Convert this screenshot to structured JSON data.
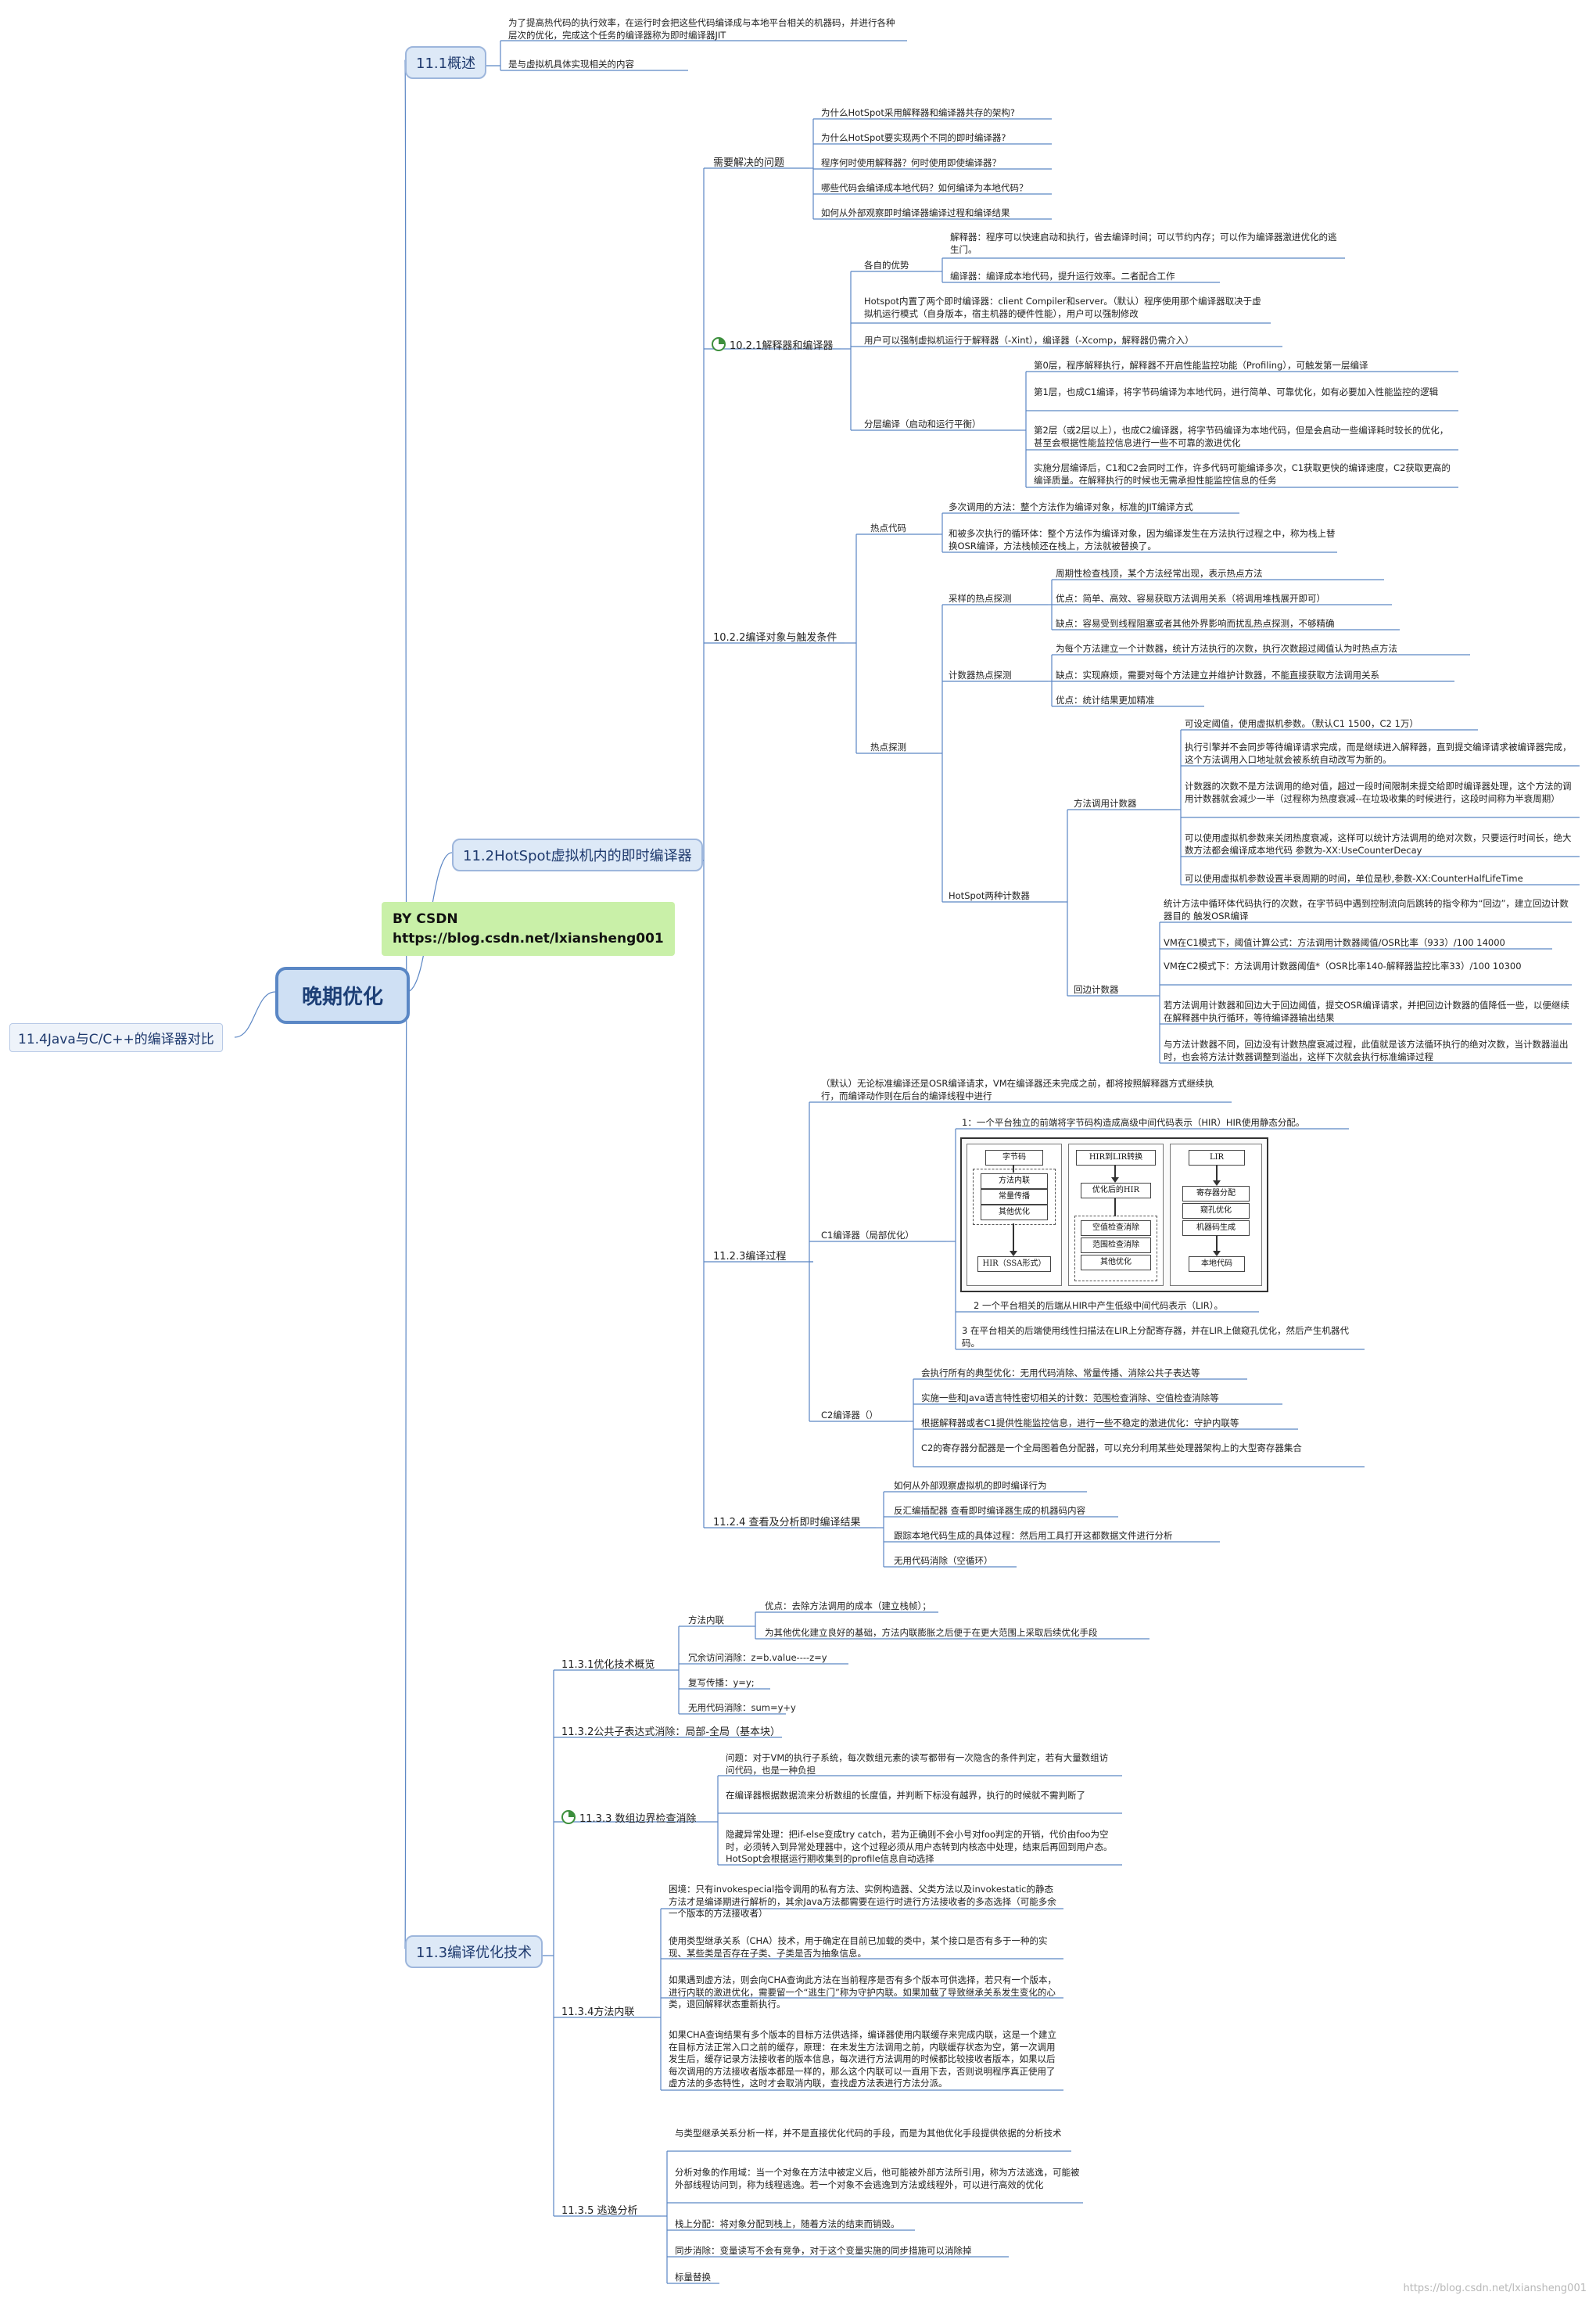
{
  "central": "晚期优化",
  "note": {
    "line1": "BY CSDN",
    "line2": "https://blog.csdn.net/lxiansheng001"
  },
  "left_topic": "11.4Java与C/C++的编译器对比",
  "s111": {
    "title": "11.1概述",
    "l1": "为了提高热代码的执行效率，在运行时会把这些代码编译成与本地平台相关的机器码，并进行各种层次的优化，完成这个任务的编译器称为即时编译器JIT",
    "l2": "是与虚拟机具体实现相关的内容"
  },
  "s112": {
    "title": "11.2HotSpot虚拟机内的即时编译器",
    "q": {
      "label": "需要解决的问题",
      "items": [
        "为什么HotSpot采用解释器和编译器共存的架构?",
        "为什么HotSpot要实现两个不同的即时编译器?",
        "程序何时使用解释器？何时使用即使编译器？",
        "哪些代码会编译成本地代码？如何编译为本地代码？",
        "如何从外部观察即时编译器编译过程和编译结果"
      ]
    },
    "a": {
      "label": "10.2.1解释器和编译器",
      "adv_label": "各自的优势",
      "adv1": "解释器：程序可以快速启动和执行，省去编译时间；可以节约内存；可以作为编译器激进优化的逃生门。",
      "adv2": "编译器：编译成本地代码，提升运行效率。二者配合工作",
      "hot": "Hotspot内置了两个即时编译器：client Compiler和server。（默认）程序使用那个编译器取决于虚拟机运行模式（自身版本，宿主机器的硬件性能），用户可以强制修改",
      "user": "用户可以强制虚拟机运行于解释器（-Xint），编译器（-Xcomp，解释器仍需介入）",
      "tier_label": "分层编译（启动和运行平衡）",
      "t0": "第0层，程序解释执行，解释器不开启性能监控功能（Profiling），可触发第一层编译",
      "t1": "第1层，也成C1编译，将字节码编译为本地代码，进行简单、可靠优化，如有必要加入性能监控的逻辑",
      "t2": "第2层（或2层以上），也成C2编译器，将字节码编译为本地代码，但是会启动一些编译耗时较长的优化，甚至会根据性能监控信息进行一些不可靠的激进优化",
      "t3": "实施分层编译后，C1和C2会同时工作，许多代码可能编译多次，C1获取更快的编译速度，C2获取更高的编译质量。在解释执行的时候也无需承担性能监控信息的任务"
    },
    "b": {
      "label": "10.2.2编译对象与触发条件",
      "hot_label": "热点代码",
      "hot1": "多次调用的方法：整个方法作为编译对象，标准的JIT编译方式",
      "hot2": "和被多次执行的循环体：整个方法作为编译对象，因为编译发生在方法执行过程之中，称为栈上替换OSR编译，方法栈帧还在栈上，方法就被替换了。",
      "det_label": "热点探测",
      "sample_label": "采样的热点探测",
      "s1": "周期性检查栈顶，某个方法经常出现，表示热点方法",
      "s2": "优点：简单、高效、容易获取方法调用关系（将调用堆栈展开即可）",
      "s3": "缺点：容易受到线程阻塞或者其他外界影响而扰乱热点探测，不够精确",
      "counter_label": "计数器热点探测",
      "c1": "为每个方法建立一个计数器，统计方法执行的次数，执行次数超过阈值认为时热点方法",
      "c2": "缺点：实现麻烦，需要对每个方法建立并维护计数器，不能直接获取方法调用关系",
      "c3": "优点：统计结果更加精准",
      "hs_label": "HotSpot两种计数器",
      "inv_label": "方法调用计数器",
      "i1": "可设定阈值，使用虚拟机参数。（默认C1 1500，C2 1万）",
      "i2": "执行引擎并不会同步等待编译请求完成，而是继续进入解释器，直到提交编译请求被编译器完成，这个方法调用入口地址就会被系统自动改写为新的。",
      "i3": "计数器的次数不是方法调用的绝对值，超过一段时间限制未提交给即时编译器处理，这个方法的调用计数器就会减少一半（过程称为热度衰减--在垃圾收集的时候进行，这段时间称为半衰周期）",
      "i4": "可以使用虚拟机参数来关闭热度衰减，这样可以统计方法调用的绝对次数，只要运行时间长，绝大数方法都会编译成本地代码 参数为-XX:UseCounterDecay",
      "i5": "可以使用虚拟机参数设置半衰周期的时间，单位是秒,参数-XX:CounterHalfLifeTime",
      "back_label": "回边计数器",
      "bk1": "统计方法中循环体代码执行的次数，在字节码中遇到控制流向后跳转的指令称为“回边”，建立回边计数器目的 触发OSR编译",
      "bk2": "VM在C1模式下，阈值计算公式：方法调用计数器阈值/OSR比率（933）/100 14000",
      "bk3": "VM在C2模式下：方法调用计数器阈值*（OSR比率140-解释器监控比率33）/100 10300",
      "bk4": "若方法调用计数器和回边大于回边阈值，提交OSR编译请求，并把回边计数器的值降低一些，以便继续在解释器中执行循环，等待编译器输出结果",
      "bk5": "与方法计数器不同，回边没有计数热度衰减过程，此值就是该方法循环执行的绝对次数，当计数器溢出时，也会将方法计数器调整到溢出，这样下次就会执行标准编译过程"
    },
    "c": {
      "label": "11.2.3编译过程",
      "intro": "（默认）无论标准编译还是OSR编译请求，VM在编译器还未完成之前，都将按照解释器方式继续执行，而编译动作则在后台的编译线程中进行",
      "c1_label": "C1编译器（局部优化）",
      "c1s1": "1：一个平台独立的前端将字节码构造成高级中间代码表示（HIR）HIR使用静态分配。",
      "c1s2": "2 一个平台相关的后端从HIR中产生低级中间代码表示（LIR）。",
      "c1s3": "3 在平台相关的后端使用线性扫描法在LIR上分配寄存器，并在LIR上做窥孔优化，然后产生机器代码。",
      "c2_label": "C2编译器（）",
      "c2s1": "会执行所有的典型优化：无用代码消除、常量传播、消除公共子表达等",
      "c2s2": "实施一些和Java语言特性密切相关的计数：范围检查消除、空值检查消除等",
      "c2s3": "根据解释器或者C1提供性能监控信息，进行一些不稳定的激进优化：守护内联等",
      "c2s4": "C2的寄存器分配器是一个全局图着色分配器，可以充分利用某些处理器架构上的大型寄存器集合",
      "fig": {
        "bytecode": "字节码",
        "hir_build": "方法内联",
        "value_num": "常量传播",
        "other_opt": "其他优化",
        "hir_ssa": "HIR（SSA形式）",
        "hir_to_lir": "HIR到LIR转换",
        "opt_hir": "优化后的HIR",
        "null_elim": "空值检查消除",
        "range_elim": "范围检查消除",
        "other2": "其他优化",
        "lir": "LIR",
        "reg_alloc": "寄存器分配",
        "peephole": "窥孔优化",
        "codegen": "机器码生成",
        "native": "本地代码"
      }
    },
    "d": {
      "label": "11.2.4 查看及分析即时编译结果",
      "items": [
        "如何从外部观察虚拟机的即时编译行为",
        "反汇编插配器 查看即时编译器生成的机器码内容",
        "跟踪本地代码生成的具体过程：然后用工具打开这都数据文件进行分析",
        "无用代码消除（空循环）"
      ]
    }
  },
  "s113": {
    "title": "11.3编译优化技术",
    "a": {
      "label": "11.3.1优化技术概览",
      "inline_label": "方法内联",
      "in1": "优点：去除方法调用的成本（建立栈帧）；",
      "in2": "为其他优化建立良好的基础，方法内联膨胀之后便于在更大范围上采取后续优化手段",
      "r1": "冗余访问消除：z=b.value----z=y",
      "r2": "复写传播：y=y;",
      "r3": "无用代码消除：sum=y+y"
    },
    "b": "11.3.2公共子表达式消除：局部-全局（基本块）",
    "c": {
      "label": "11.3.3 数组边界检查消除",
      "c1": "问题：对于VM的执行子系统，每次数组元素的读写都带有一次隐含的条件判定，若有大量数组访问代码，也是一种负担",
      "c2": "在编译器根据数据流来分析数组的长度值，并判断下标没有越界，执行的时候就不需判断了",
      "c3": "隐藏异常处理：把if-else变成try catch，若为正确则不会小号对foo判定的开销，代价由foo为空时，必须转入到异常处理器中，这个过程必须从用户态转到内核态中处理，结束后再回到用户态。HotSopt会根据运行期收集到的profile信息自动选择"
    },
    "d": {
      "label": "11.3.4方法内联",
      "d1": "困境：只有invokespecial指令调用的私有方法、实例构造器、父类方法以及invokestatic的静态方法才是编译期进行解析的，其余Java方法都需要在运行时进行方法接收者的多态选择（可能多余一个版本的方法接收者）",
      "d2": "使用类型继承关系（CHA）技术，用于确定在目前已加载的类中，某个接口是否有多于一种的实现、某些类是否存在子类、子类是否为抽象信息。",
      "d3": "如果遇到虚方法，则会向CHA查询此方法在当前程序是否有多个版本可供选择，若只有一个版本，进行内联的激进优化，需要留一个“逃生门”称为守护内联。如果加载了导致继承关系发生变化的心类，退回解释状态重新执行。",
      "d4": "如果CHA查询结果有多个版本的目标方法供选择，编译器使用内联缓存来完成内联，这是一个建立在目标方法正常入口之前的缓存，原理：在未发生方法调用之前，内联缓存状态为空，第一次调用发生后，缓存记录方法接收者的版本信息，每次进行方法调用的时候都比较接收者版本，如果以后每次调用的方法接收者版本都是一样的，那么这个内联可以一直用下去，否则说明程序真正使用了虚方法的多态特性，这时才会取消内联，查找虚方法表进行方法分派。"
    },
    "e": {
      "label": "11.3.5  逃逸分析",
      "e1": "与类型继承关系分析一样，并不是直接优化代码的手段，而是为其他优化手段提供依据的分析技术",
      "e2": "分析对象的作用域：当一个对象在方法中被定义后，他可能被外部方法所引用，称为方法逃逸，可能被外部线程访问到，称为线程逃逸。若一个对象不会逃逸到方法或线程外，可以进行高效的优化",
      "e3": "栈上分配：将对象分配到栈上，随着方法的结束而销毁。",
      "e4": "同步消除：变量读写不会有竞争，对于这个变量实施的同步措施可以消除掉",
      "e5": "标量替换"
    }
  },
  "watermark": "https://blog.csdn.net/lxiansheng001"
}
